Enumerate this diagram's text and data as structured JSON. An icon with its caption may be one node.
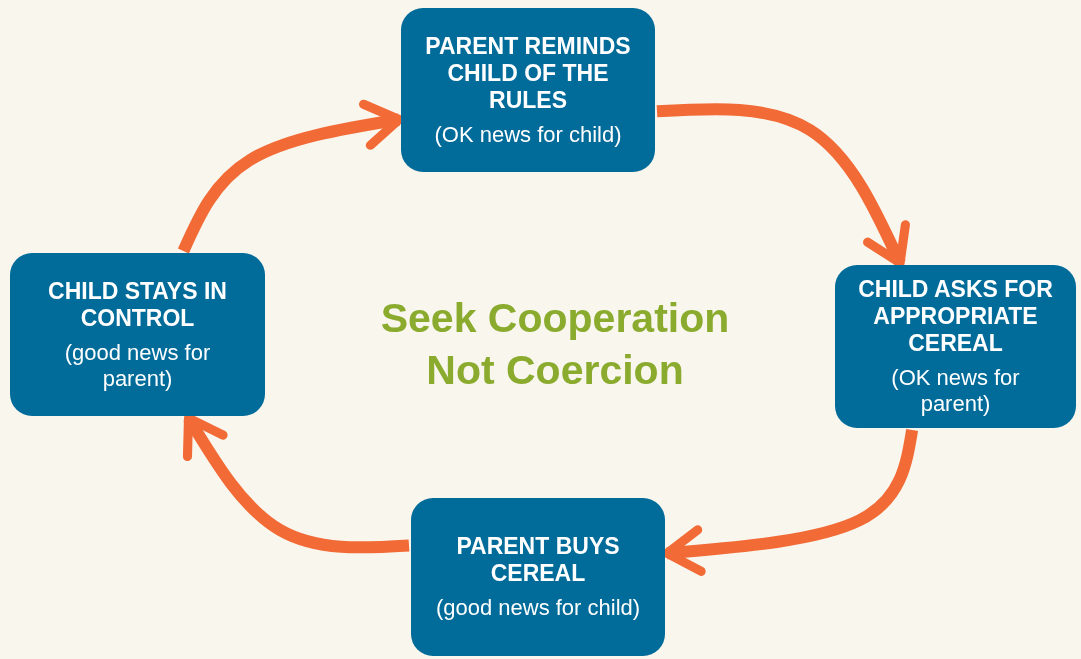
{
  "diagram": {
    "title": "Seek Cooperation Not Coercion",
    "nodes": [
      {
        "text": [
          "PARENT REMINDS CHILD OF THE RULES",
          "(OK news for child)"
        ]
      },
      {
        "text": [
          "CHILD ASKS FOR APPROPRIATE CEREAL",
          "(OK news for parent)"
        ]
      },
      {
        "text": [
          "PARENT BUYS CEREAL",
          "(good news for child)"
        ]
      },
      {
        "text": [
          "CHILD STAYS IN CONTROL",
          "(good news for parent)"
        ]
      }
    ],
    "edges": [
      {
        "from": 0,
        "to": 1,
        "arrow": "to"
      },
      {
        "from": 1,
        "to": 2,
        "arrow": "to"
      },
      {
        "from": 2,
        "to": 3,
        "arrow": "to"
      },
      {
        "from": 3,
        "to": 0,
        "arrow": "to"
      }
    ]
  }
}
